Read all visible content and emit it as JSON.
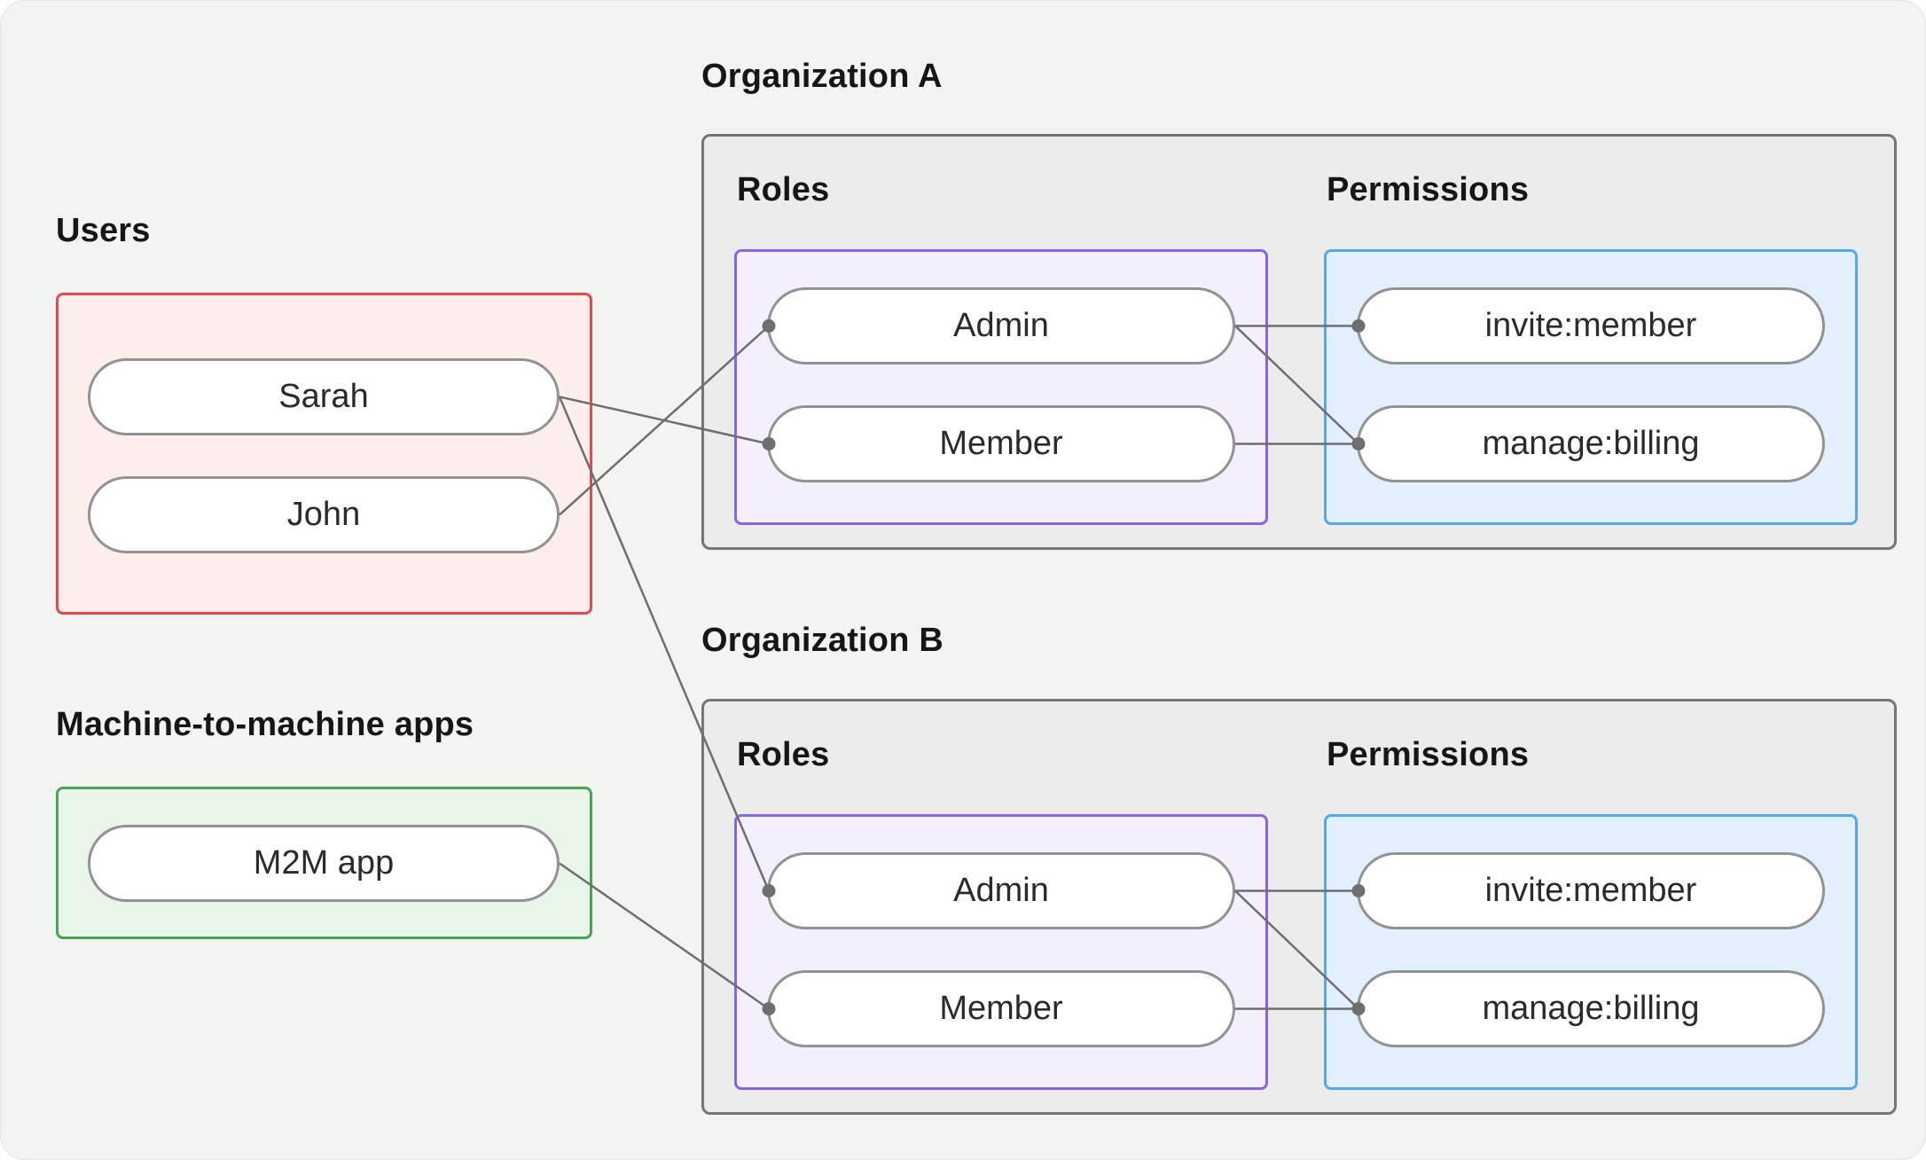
{
  "page": {
    "background": "#ffffff",
    "canvas_background": "#f1f4f1"
  },
  "palette": {
    "users_border": "#e5484d",
    "users_fill": "#fdeeed",
    "m2m_border": "#4ca154",
    "m2m_fill": "#e8f5e9",
    "org_border": "#757575",
    "org_fill": "#ececec",
    "roles_border": "#8a63e8",
    "roles_fill": "#f5effd",
    "permissions_border": "#55a7f6",
    "permissions_fill": "#e2f0fd",
    "node_border": "#929292",
    "node_fill": "#ffffff",
    "connector": "#6e6e6e",
    "text": "#161618"
  },
  "users_group": {
    "label": "Users",
    "nodes": [
      "Sarah",
      "John"
    ]
  },
  "m2m_group": {
    "label": "Machine-to-machine apps",
    "nodes": [
      "M2M app"
    ]
  },
  "organizations": [
    {
      "label": "Organization A",
      "roles": {
        "label": "Roles",
        "nodes": [
          "Admin",
          "Member"
        ]
      },
      "permissions": {
        "label": "Permissions",
        "nodes": [
          "invite:member",
          "manage:billing"
        ]
      }
    },
    {
      "label": "Organization B",
      "roles": {
        "label": "Roles",
        "nodes": [
          "Admin",
          "Member"
        ]
      },
      "permissions": {
        "label": "Permissions",
        "nodes": [
          "invite:member",
          "manage:billing"
        ]
      }
    }
  ],
  "connections": [
    {
      "from": "Sarah",
      "to": "Organization A > Roles > Member"
    },
    {
      "from": "John",
      "to": "Organization A > Roles > Admin"
    },
    {
      "from": "Sarah",
      "to": "Organization B > Roles > Admin"
    },
    {
      "from": "M2M app",
      "to": "Organization B > Roles > Member"
    },
    {
      "from": "Organization A > Roles > Admin",
      "to": "Organization A > Permissions > invite:member"
    },
    {
      "from": "Organization A > Roles > Admin",
      "to": "Organization A > Permissions > manage:billing"
    },
    {
      "from": "Organization A > Roles > Member",
      "to": "Organization A > Permissions > manage:billing"
    },
    {
      "from": "Organization B > Roles > Admin",
      "to": "Organization B > Permissions > invite:member"
    },
    {
      "from": "Organization B > Roles > Admin",
      "to": "Organization B > Permissions > manage:billing"
    },
    {
      "from": "Organization B > Roles > Member",
      "to": "Organization B > Permissions > manage:billing"
    }
  ]
}
